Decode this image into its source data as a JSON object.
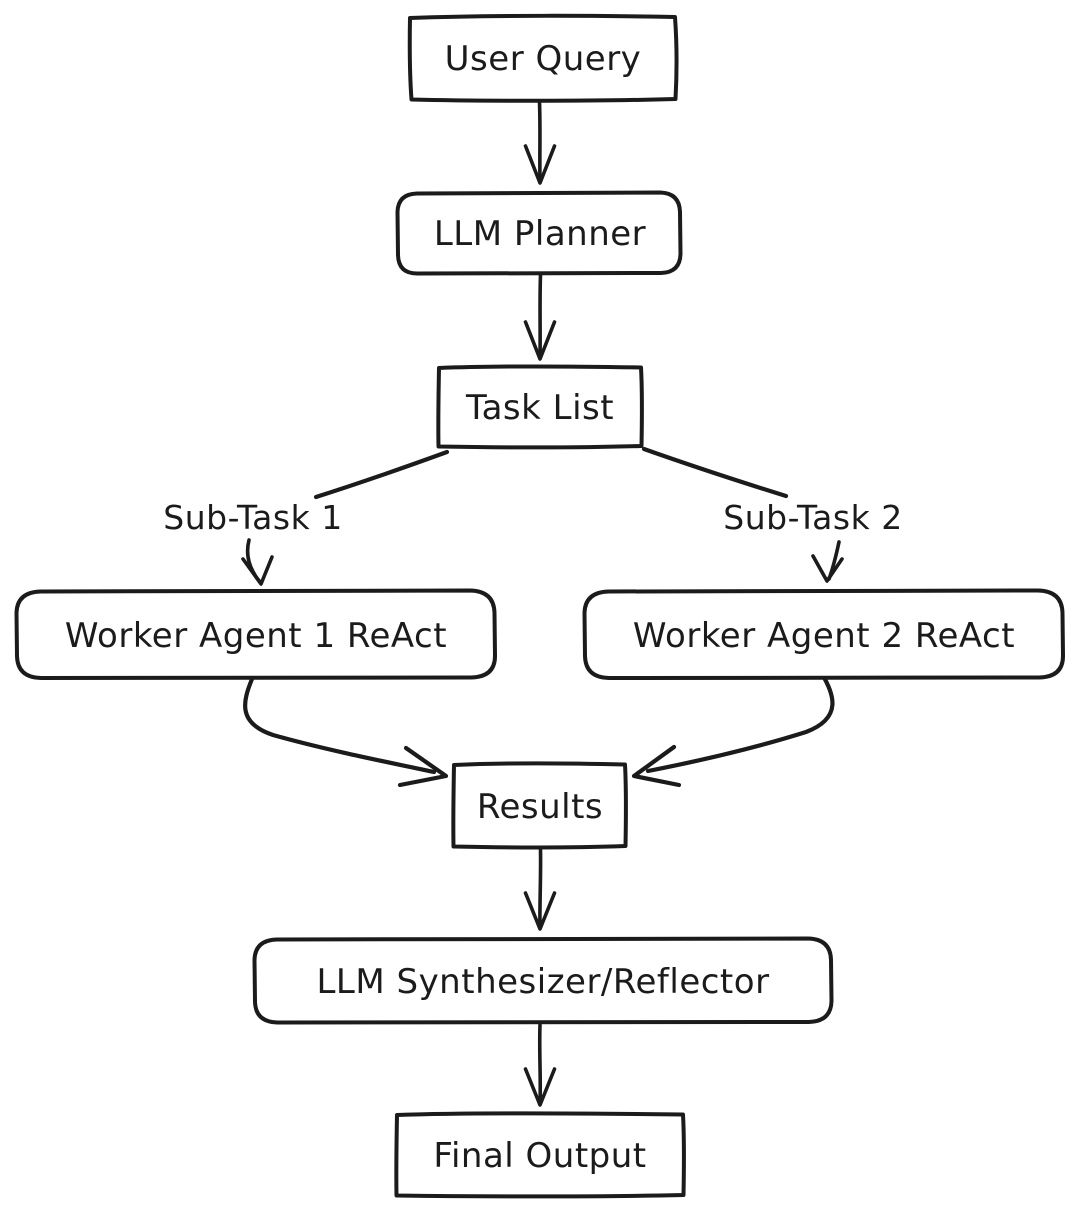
{
  "diagram": {
    "title": "LLM planner worker flowchart",
    "background_color": "#ffffff",
    "stroke_color": "#1b1b1b",
    "nodes": [
      {
        "id": "user-query",
        "label": "User Query",
        "shape": "rectangle"
      },
      {
        "id": "llm-planner",
        "label": "LLM Planner",
        "shape": "rounded-rectangle"
      },
      {
        "id": "task-list",
        "label": "Task List",
        "shape": "rectangle"
      },
      {
        "id": "worker-agent-1",
        "label": "Worker Agent 1 ReAct",
        "shape": "rounded-rectangle"
      },
      {
        "id": "worker-agent-2",
        "label": "Worker Agent 2 ReAct",
        "shape": "rounded-rectangle"
      },
      {
        "id": "results",
        "label": "Results",
        "shape": "rectangle"
      },
      {
        "id": "llm-synthesizer",
        "label": "LLM Synthesizer/Reflector",
        "shape": "rounded-rectangle"
      },
      {
        "id": "final-output",
        "label": "Final Output",
        "shape": "rectangle"
      }
    ],
    "edge_labels": [
      {
        "id": "sub-task-1",
        "label": "Sub-Task 1"
      },
      {
        "id": "sub-task-2",
        "label": "Sub-Task 2"
      }
    ],
    "edges": [
      {
        "from": "user-query",
        "to": "llm-planner",
        "style": "arrow"
      },
      {
        "from": "llm-planner",
        "to": "task-list",
        "style": "arrow"
      },
      {
        "from": "task-list",
        "to": "sub-task-1",
        "style": "line"
      },
      {
        "from": "task-list",
        "to": "sub-task-2",
        "style": "line"
      },
      {
        "from": "sub-task-1",
        "to": "worker-agent-1",
        "style": "arrow"
      },
      {
        "from": "sub-task-2",
        "to": "worker-agent-2",
        "style": "arrow"
      },
      {
        "from": "worker-agent-1",
        "to": "results",
        "style": "curved-arrow"
      },
      {
        "from": "worker-agent-2",
        "to": "results",
        "style": "curved-arrow"
      },
      {
        "from": "results",
        "to": "llm-synthesizer",
        "style": "arrow"
      },
      {
        "from": "llm-synthesizer",
        "to": "final-output",
        "style": "arrow"
      }
    ]
  }
}
